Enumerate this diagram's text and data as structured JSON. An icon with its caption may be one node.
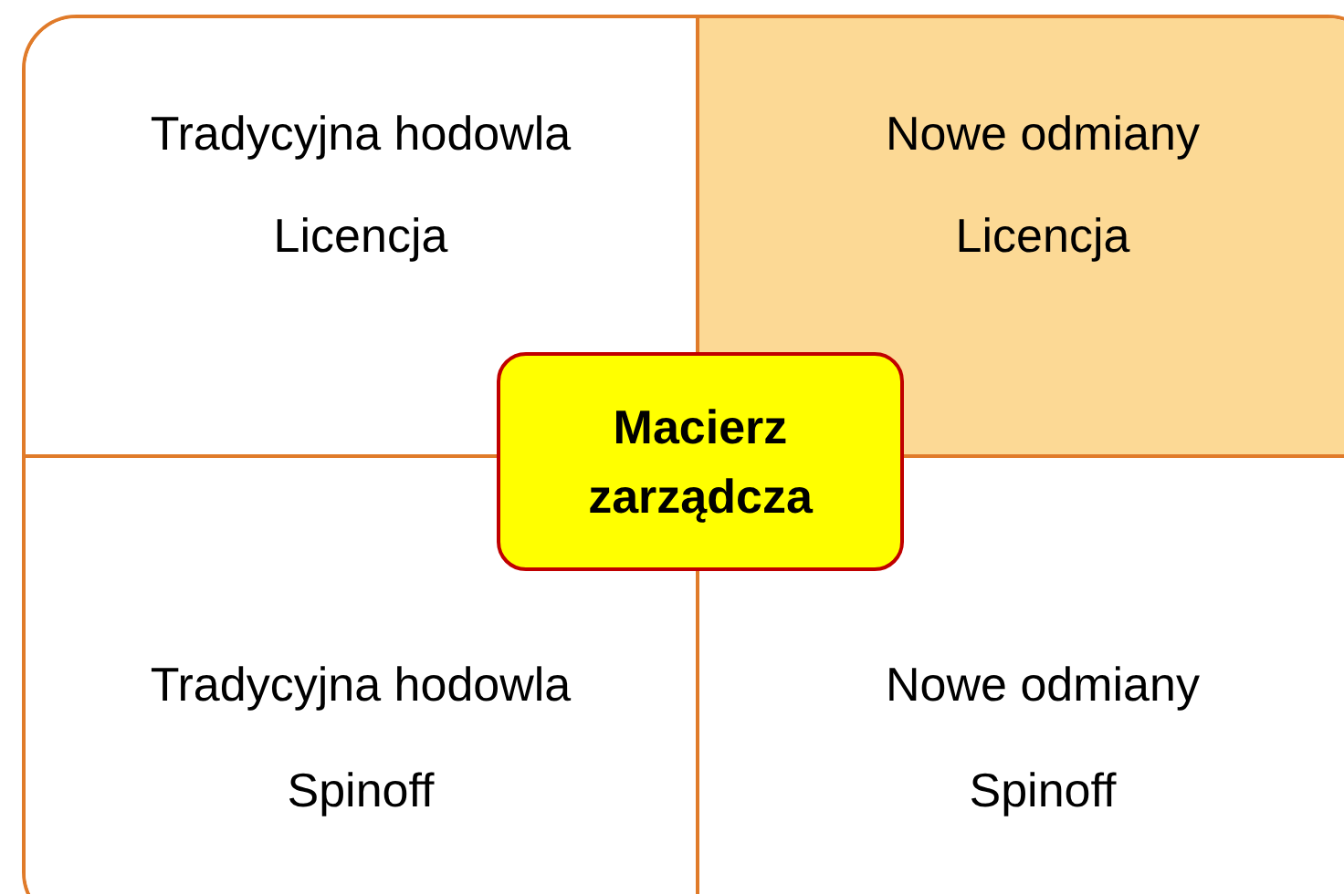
{
  "diagram": {
    "nodes": [
      {
        "text": [],
        "shape": "box"
      },
      {
        "text": [
          "Tradycyjna hodowla",
          "Licencja"
        ],
        "in": 0
      },
      {
        "text": [
          "Nowe odmiany",
          "Licencja"
        ],
        "in": 0
      },
      {
        "text": [
          "Tradycyjna hodowla",
          "Spinoff"
        ],
        "in": 0
      },
      {
        "text": [
          "Nowe odmiany",
          "Spinoff"
        ],
        "in": 0
      },
      {
        "text": [
          "Macierz zarządcza"
        ],
        "in": 0
      }
    ],
    "edges": []
  }
}
